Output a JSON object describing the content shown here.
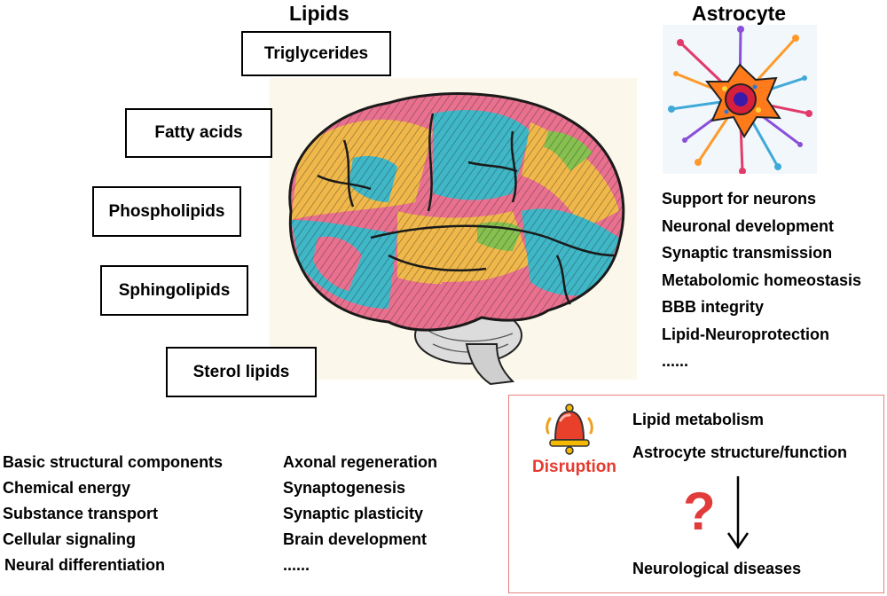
{
  "headings": {
    "lipids": "Lipids",
    "astrocyte": "Astrocyte"
  },
  "lipid_classes": [
    {
      "label": "Triglycerides"
    },
    {
      "label": "Fatty acids"
    },
    {
      "label": "Phospholipids"
    },
    {
      "label": "Sphingolipids"
    },
    {
      "label": "Sterol lipids"
    }
  ],
  "astrocyte_functions": [
    "Support for neurons",
    "Neuronal development",
    "Synaptic transmission",
    "Metabolomic homeostasis",
    "BBB integrity",
    "Lipid-Neuroprotection",
    "......"
  ],
  "lipid_functions_left": [
    "Basic structural components",
    "Chemical energy",
    "Substance transport",
    "Cellular signaling",
    "Neural differentiation"
  ],
  "lipid_functions_right": [
    "Axonal regeneration",
    "Synaptogenesis",
    "Synaptic plasticity",
    "Brain development",
    "......"
  ],
  "disruption": {
    "label": "Disruption",
    "item1": "Lipid metabolism",
    "item2": "Astrocyte structure/function",
    "question": "?",
    "outcome": "Neurological diseases"
  },
  "icons": {
    "brain": "brain-illustration",
    "astrocyte": "astrocyte-cell-illustration",
    "alarm": "alarm-bell-icon",
    "question": "question-mark-icon",
    "arrow": "down-arrow-icon"
  },
  "colors": {
    "accent_red": "#e63a2e",
    "panel_border": "#e98080",
    "brain_pink": "#e9718f",
    "brain_teal": "#3fb7c7",
    "brain_yellow": "#f0b84a",
    "brain_green": "#86c04f"
  }
}
